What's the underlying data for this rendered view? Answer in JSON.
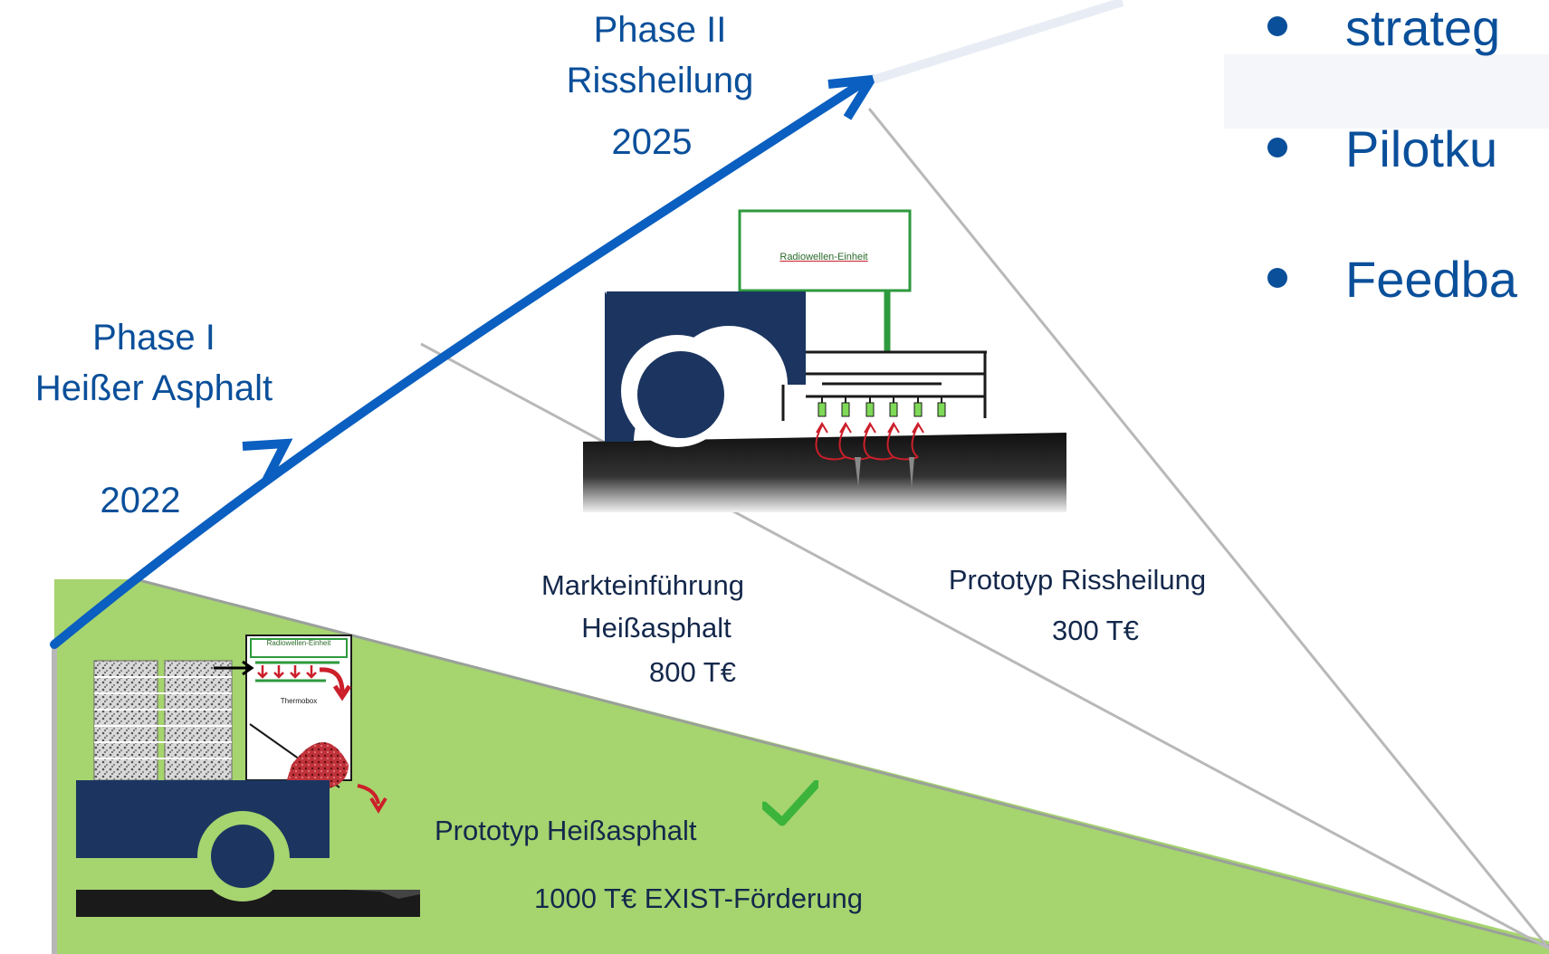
{
  "phases": [
    {
      "title": "Phase I",
      "subtitle": "Heißer Asphalt",
      "year": "2022"
    },
    {
      "title": "Phase II",
      "subtitle": "Rissheilung",
      "year": "2025"
    }
  ],
  "segments": {
    "prototype_hot_asphalt": {
      "label": "Prototyp Heißasphalt",
      "funding": "1000 T€ EXIST-Förderung"
    },
    "market_launch": {
      "label_line1": "Markteinführung",
      "label_line2": "Heißasphalt",
      "amount": "800 T€"
    },
    "prototype_crack_healing": {
      "label": "Prototyp Rissheilung",
      "amount": "300 T€"
    }
  },
  "illustrations": {
    "radio_unit_label": "Radiowellen-Einheit",
    "thermobox_label": "Thermobox"
  },
  "bullets": [
    "strateg",
    "Pilotku",
    "Feedba"
  ],
  "colors": {
    "arrow": "#0a5fc0",
    "green_area": "#a6d46f",
    "text_blue": "#0a4f9a",
    "truck": "#1b3560"
  }
}
